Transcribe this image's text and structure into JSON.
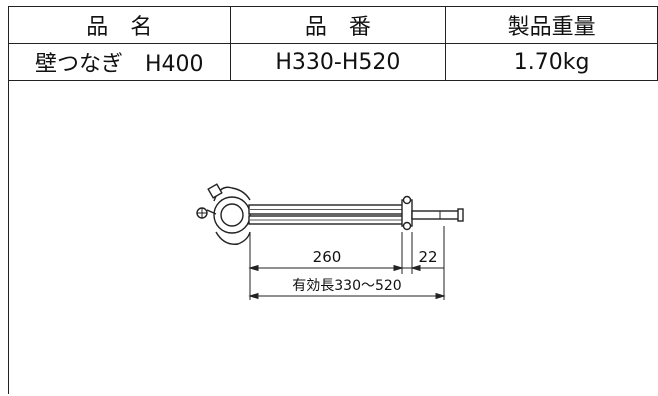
{
  "table": {
    "headers": [
      "品　名",
      "品　番",
      "製品重量"
    ],
    "row": [
      "壁つなぎ　H400",
      "H330-H520",
      "1.70kg"
    ]
  },
  "drawing": {
    "dim_main": "260",
    "dim_small": "22",
    "effective_length": "有効長330〜520"
  }
}
